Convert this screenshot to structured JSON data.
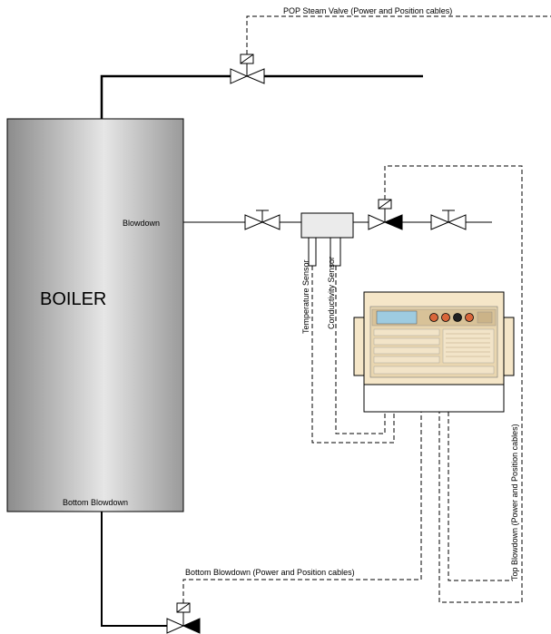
{
  "labels": {
    "pop_steam_valve": "POP Steam Valve (Power and Position cables)",
    "boiler": "BOILER",
    "blowdown": "Blowdown",
    "bottom_blowdown": "Bottom Blowdown",
    "bottom_blowdown_cables": "Bottom Blowdown (Power and Position cables)",
    "top_blowdown_cables": "Top Blowdown (Power and Position cables)",
    "temperature_sensor": "Temperature Sensor",
    "conductivity_sensor": "Conductivity Sensor"
  },
  "colors": {
    "line": "#000000",
    "boiler_dark": "#8c8c8c",
    "boiler_light": "#e6e6e6",
    "controller_body": "#f5e6c8",
    "controller_panel": "#e9d6b0",
    "controller_display": "#9ecbe0",
    "knob": "#d9663a"
  }
}
